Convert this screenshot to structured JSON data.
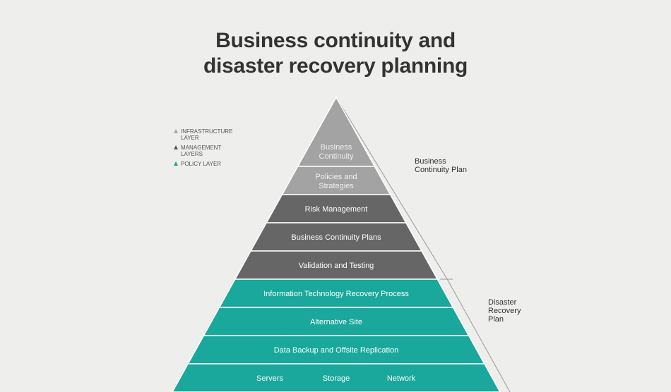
{
  "title": {
    "line1": "Business continuity and",
    "line2": "disaster recovery planning"
  },
  "legend": [
    {
      "label": "Infrastructure layer",
      "color": "#a6a6a6"
    },
    {
      "label": "Management layers",
      "color": "#555555"
    },
    {
      "label": "Policy layer",
      "color": "#17a89a"
    }
  ],
  "colors": {
    "top_gray": "#a3a3a3",
    "mid_gray": "#666666",
    "teal": "#19a89b",
    "divider": "#ffffff",
    "outline": "#c8c8c8"
  },
  "layers": [
    {
      "label": "Business Continuity",
      "group": "top"
    },
    {
      "label": "Policies and Strategies",
      "group": "top"
    },
    {
      "label": "Risk Management",
      "group": "mid"
    },
    {
      "label": "Business Continuity Plans",
      "group": "mid"
    },
    {
      "label": "Validation and Testing",
      "group": "mid"
    },
    {
      "label": "Information Technology Recovery Process",
      "group": "teal"
    },
    {
      "label": "Alternative Site",
      "group": "teal"
    },
    {
      "label": "Data Backup and Offsite Replication",
      "group": "teal"
    },
    {
      "label": [
        "Servers",
        "Storage",
        "Network"
      ],
      "group": "teal"
    }
  ],
  "brackets": {
    "bcp": "Business Continuity Plan",
    "drp": "Disaster Recovery Plan"
  }
}
